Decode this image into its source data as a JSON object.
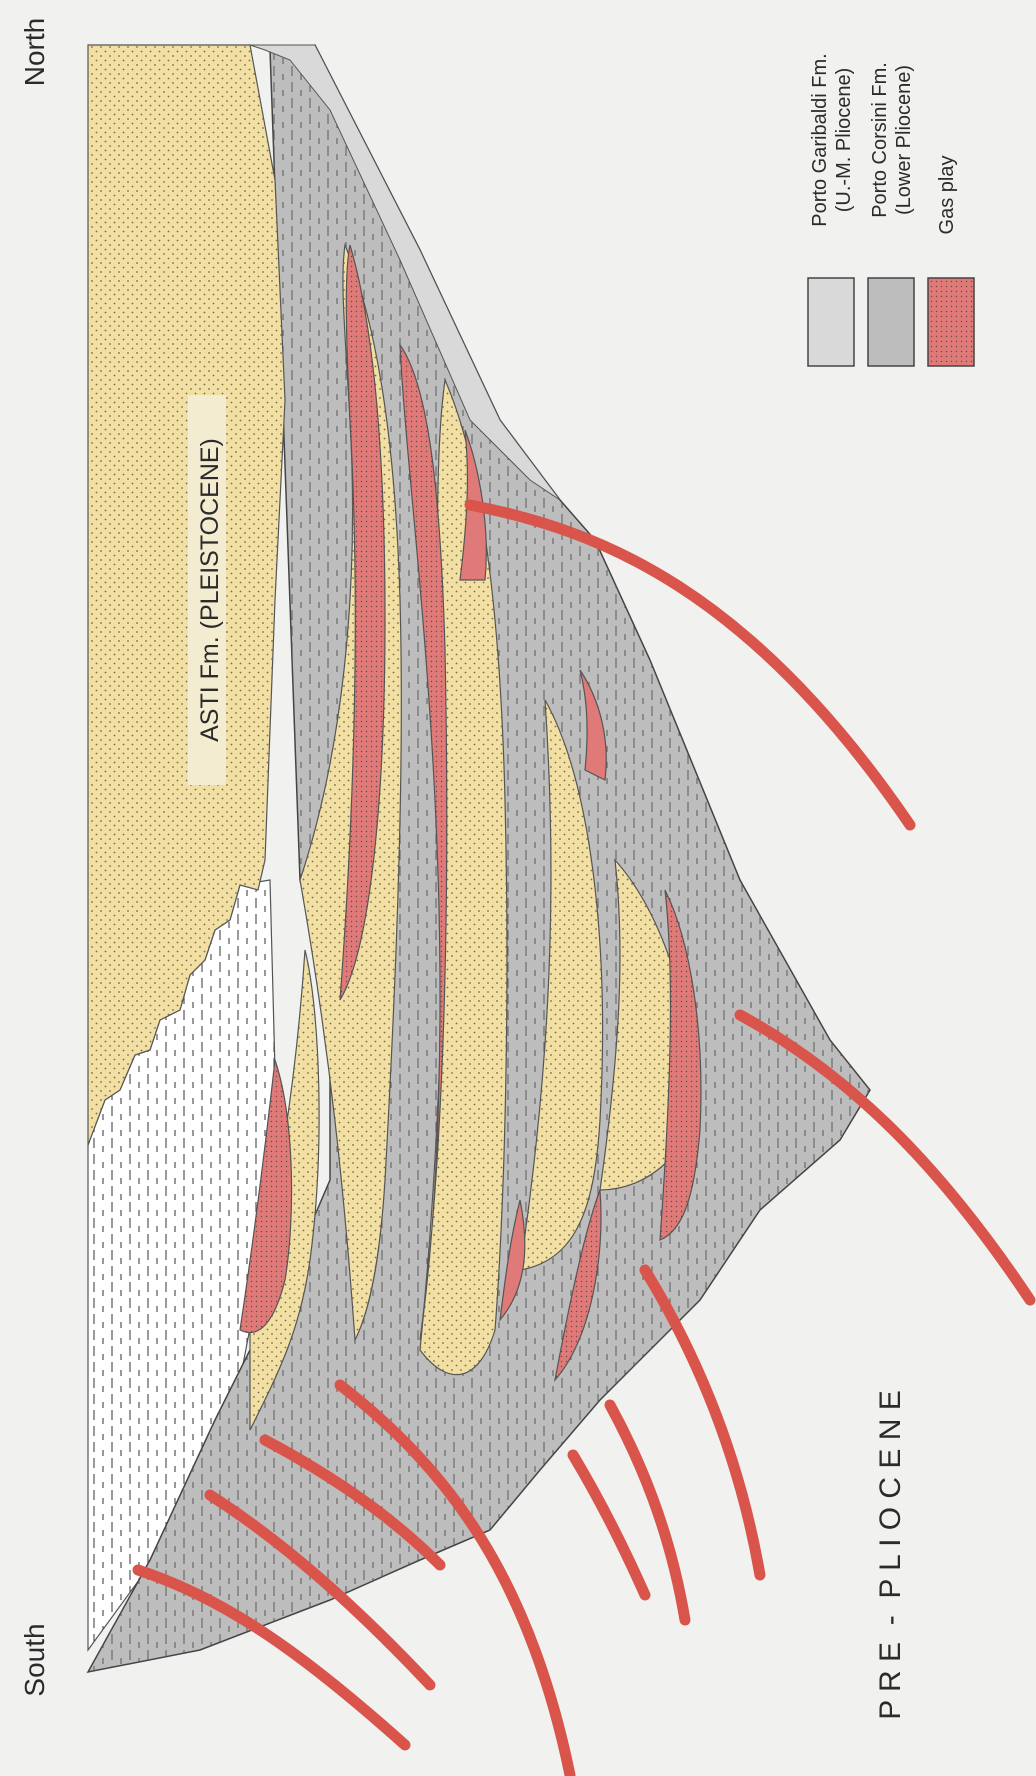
{
  "labels": {
    "north": "North",
    "south": "South",
    "formation": "ASTI Fm. (PLEISTOCENE)",
    "pre_pliocene": "P R E  -  P L I O C E N E"
  },
  "legend": [
    {
      "line1": "Porto Garibaldi Fm.",
      "line2": "(U.-M. Pliocene)",
      "color": "#d9d9d9"
    },
    {
      "line1": "Porto Corsini Fm.",
      "line2": "(Lower Pliocene)",
      "color": "#bdbdbd"
    },
    {
      "line1": "Gas play",
      "line2": "",
      "color": "#e07a78"
    }
  ],
  "colors": {
    "sand": "#f1dfa3",
    "light_gray": "#d9d9d9",
    "dark_gray": "#bdbdbd",
    "gas": "#e07a78",
    "fault": "#d9544a"
  }
}
